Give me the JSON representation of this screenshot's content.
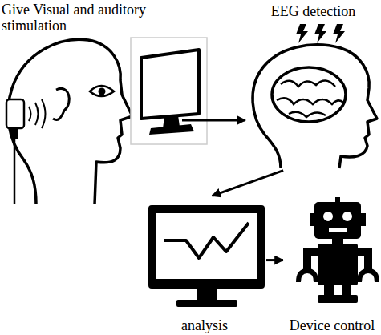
{
  "diagram": {
    "nodes": [
      {
        "text": [
          "Give Visual and auditory stimulation"
        ]
      },
      {
        "text": [
          "EEG detection"
        ]
      },
      {
        "text": [
          "analysis"
        ]
      },
      {
        "text": [
          "Device control"
        ]
      }
    ],
    "edges": [
      {
        "from": 0,
        "to": 1,
        "arrow": "to"
      },
      {
        "from": 1,
        "to": 2,
        "arrow": "to"
      },
      {
        "from": 2,
        "to": 3,
        "arrow": "to"
      }
    ]
  }
}
